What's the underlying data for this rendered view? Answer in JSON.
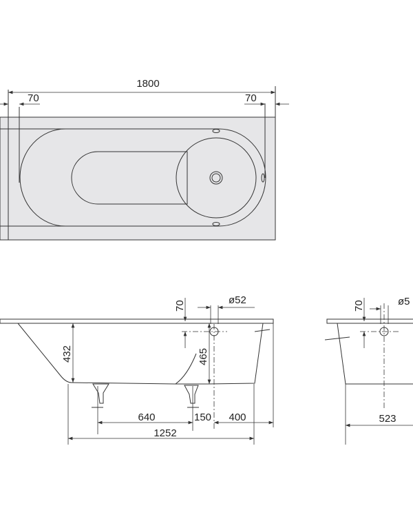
{
  "top_view": {
    "overall_length": "1800",
    "left_offset": "70",
    "right_offset": "70"
  },
  "side_view": {
    "offset_70": "70",
    "overflow_diameter": "ø52",
    "depth_432": "432",
    "height_465": "465",
    "foot_spacing": "640",
    "dim_150": "150",
    "dim_400": "400",
    "inner_length": "1252"
  },
  "end_view": {
    "offset_70": "70",
    "overflow_diameter": "ø5",
    "inner_width": "523"
  },
  "colors": {
    "rim_fill": "#e6e6e8",
    "line": "#333333"
  }
}
